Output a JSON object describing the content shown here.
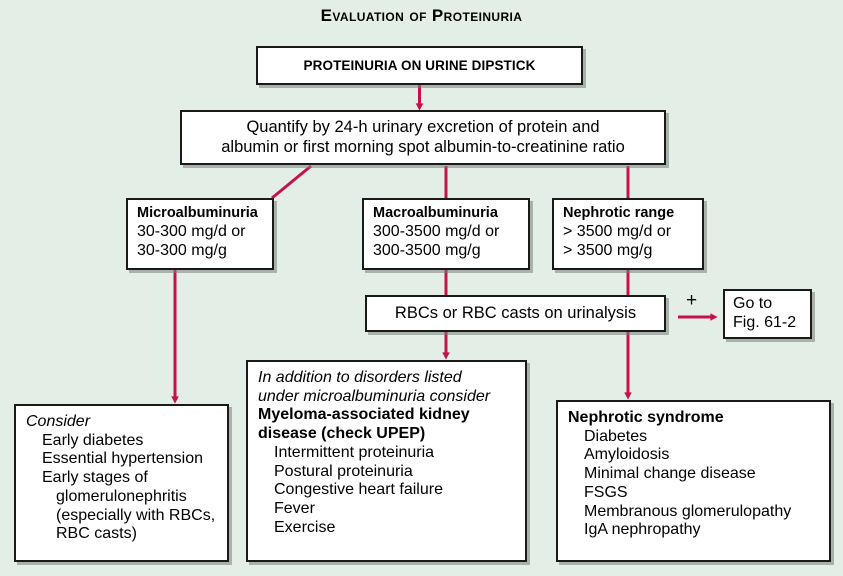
{
  "figure": {
    "title": "Evaluation of Proteinuria",
    "accent_color": "#c8104e",
    "background_color": "#e3efe6",
    "box_fill_color": "#ffffff",
    "box_border_color": "#1a1a1a"
  },
  "nodes": {
    "dipstick": {
      "label": "PROTEINURIA ON URINE DIPSTICK"
    },
    "quantify": {
      "line1": "Quantify by 24-h urinary excretion of protein and",
      "line2": "albumin or first morning spot albumin-to-creatinine ratio"
    },
    "microalbuminuria": {
      "heading": "Microalbuminuria",
      "line1": "30-300 mg/d or",
      "line2": "30-300 mg/g"
    },
    "macroalbuminuria": {
      "heading": "Macroalbuminuria",
      "line1": "300-3500 mg/d or",
      "line2": "300-3500 mg/g"
    },
    "nephrotic_range": {
      "heading": "Nephrotic range",
      "line1": "> 3500 mg/d or",
      "line2": "> 3500 mg/g"
    },
    "rbc_test": {
      "label": "RBCs or RBC casts on urinalysis"
    },
    "goto_fig": {
      "line1": "Go to",
      "line2": "Fig. 61-2"
    },
    "positive_marker": {
      "label": "+"
    },
    "consider": {
      "heading": "Consider",
      "items": [
        "Early diabetes",
        "Essential hypertension",
        "Early stages of"
      ],
      "continuations": [
        "glomerulonephritis",
        "(especially with RBCs,",
        "RBC casts)"
      ]
    },
    "myeloma": {
      "intro_line1": "In addition to disorders listed",
      "intro_line2": "under microalbuminuria consider",
      "heading_line1": "Myeloma-associated kidney",
      "heading_line2": "disease (check UPEP)",
      "items": [
        "Intermittent proteinuria",
        "Postural proteinuria",
        "Congestive heart failure",
        "Fever",
        "Exercise"
      ]
    },
    "nephrotic_syndrome": {
      "heading": "Nephrotic syndrome",
      "items": [
        "Diabetes",
        "Amyloidosis",
        "Minimal change disease",
        "FSGS",
        "Membranous glomerulopathy",
        "IgA nephropathy"
      ]
    }
  }
}
